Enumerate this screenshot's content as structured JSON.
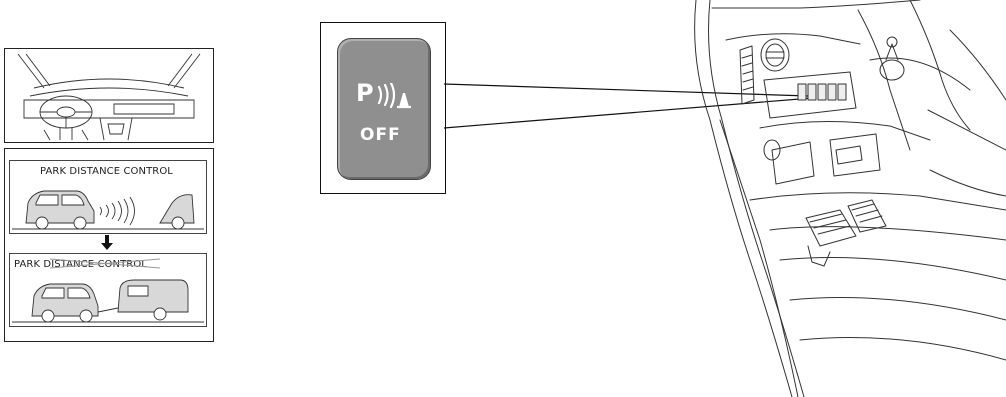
{
  "index_panel": {
    "label_top": "PARK DISTANCE CONTROL",
    "label_bottom": "PARK DISTANCE CONTROL"
  },
  "switch": {
    "symbol": "P",
    "label": "OFF",
    "icon": "parking-sensor-icon",
    "body_color": "#8f8f8f"
  },
  "illustration": {
    "subject": "dashboard-switch-location"
  }
}
